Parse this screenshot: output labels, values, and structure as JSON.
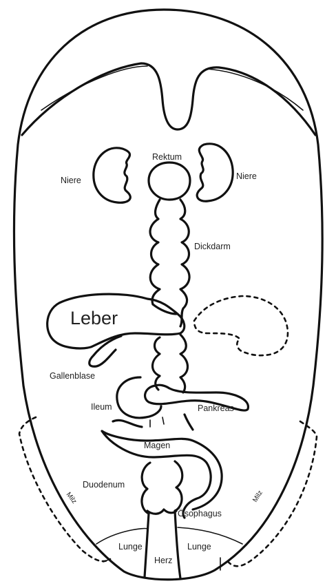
{
  "labels": {
    "rektum": "Rektum",
    "niere_left": "Niere",
    "niere_right": "Niere",
    "dickdarm": "Dickdarm",
    "leber": "Leber",
    "gallenblase": "Gallenblase",
    "ileum": "Ileum",
    "pankreas": "Pankreas",
    "magen": "Magen",
    "duodenum": "Duodenum",
    "milz_left": "Milz",
    "milz_right": "Milz",
    "oesophagus": "Ösophagus",
    "lunge_left": "Lunge",
    "lunge_right": "Lunge",
    "herz": "Herz"
  }
}
